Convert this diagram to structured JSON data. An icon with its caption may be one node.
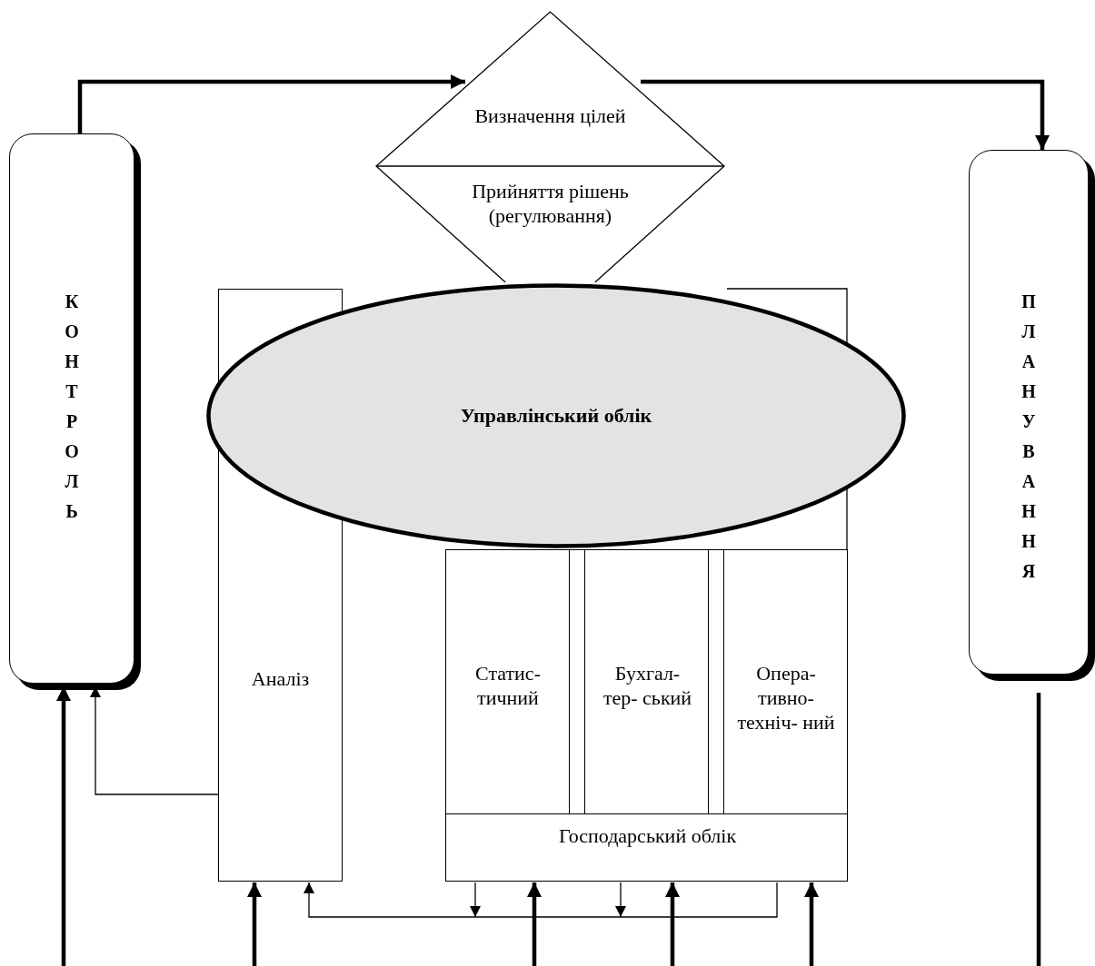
{
  "diagram": {
    "nodes": [
      {
        "text": [
          "Визначення цілей",
          "Прийняття рішень (регулювання)"
        ]
      },
      {
        "text": [
          "КОНТРОЛЬ"
        ]
      },
      {
        "text": [
          "ПЛАНУВАННЯ"
        ]
      },
      {
        "text": [
          "Управлінський облік"
        ]
      },
      {
        "text": [
          "Аналіз"
        ]
      },
      {
        "text": [
          "Господарський облік"
        ]
      },
      {
        "text": [
          "Статис- тичний"
        ],
        "in": 5
      },
      {
        "text": [
          "Бухгал- тер- ський"
        ],
        "in": 5
      },
      {
        "text": [
          "Опера- тивно- техніч- ний"
        ],
        "in": 5
      }
    ],
    "edges": [
      {
        "from": 1,
        "to": 0,
        "arrow": "to"
      },
      {
        "from": 0,
        "to": 2,
        "arrow": "to"
      },
      {
        "from": 4,
        "to": 1,
        "arrow": "to"
      },
      {
        "from": null,
        "to": 1,
        "arrow": "to"
      },
      {
        "from": null,
        "to": 4,
        "arrow": "to"
      },
      {
        "from": null,
        "to": 5,
        "arrow": "to"
      },
      {
        "from": null,
        "to": 5,
        "arrow": "to"
      },
      {
        "from": null,
        "to": 5,
        "arrow": "to"
      },
      {
        "from": 2,
        "to": null,
        "arrow": "none"
      },
      {
        "from": 5,
        "to": 4,
        "arrow": "to"
      }
    ]
  }
}
